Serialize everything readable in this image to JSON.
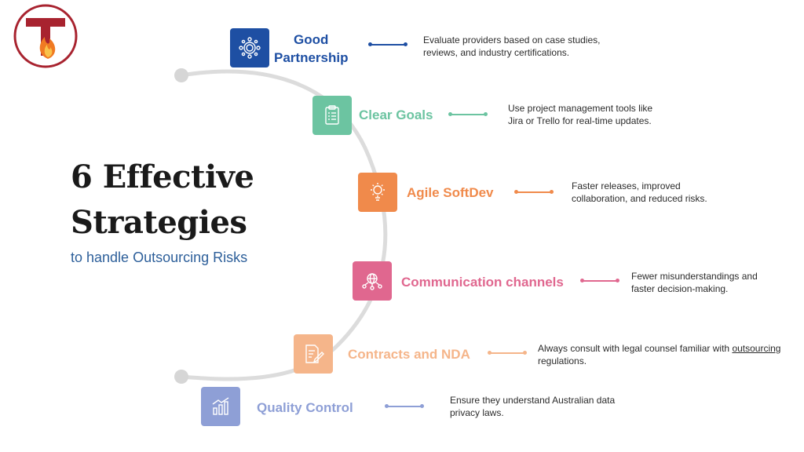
{
  "header": {
    "title_line1": "6 Effective",
    "title_line2": "Strategies",
    "subtitle": "to handle Outsourcing Risks"
  },
  "logo": {
    "icon": "flame-t-logo-icon",
    "letter": "T"
  },
  "colors": {
    "navy": "#1e4fa3",
    "mint": "#6cc4a1",
    "orange": "#f08a4b",
    "pink": "#e0678f",
    "peach": "#f5b58a",
    "lavender": "#8e9fd6",
    "arc": "#dcdcdc"
  },
  "strategies": [
    {
      "label_line1": "Good",
      "label_line2": "Partnership",
      "icon": "network-gear-icon",
      "desc_line1": "Evaluate providers based on case studies,",
      "desc_line2": "reviews, and industry certifications."
    },
    {
      "label": "Clear Goals",
      "icon": "checklist-icon",
      "desc_line1": "Use project management tools like",
      "desc_line2": "Jira or Trello for real-time updates."
    },
    {
      "label": "Agile SoftDev",
      "icon": "gear-lightbulb-icon",
      "desc_line1": "Faster releases, improved",
      "desc_line2": "collaboration, and reduced risks."
    },
    {
      "label": "Communication channels",
      "icon": "globe-people-icon",
      "desc_line1": "Fewer misunderstandings and",
      "desc_line2": "faster decision-making."
    },
    {
      "label": "Contracts and NDA",
      "icon": "document-pen-icon",
      "desc_line1_a": "Always consult with legal counsel familiar with ",
      "desc_line1_link": "outsourcing",
      "desc_line2": "regulations."
    },
    {
      "label": "Quality Control",
      "icon": "bar-chart-icon",
      "desc_line1": "Ensure they understand Australian data",
      "desc_line2": "privacy laws."
    }
  ]
}
